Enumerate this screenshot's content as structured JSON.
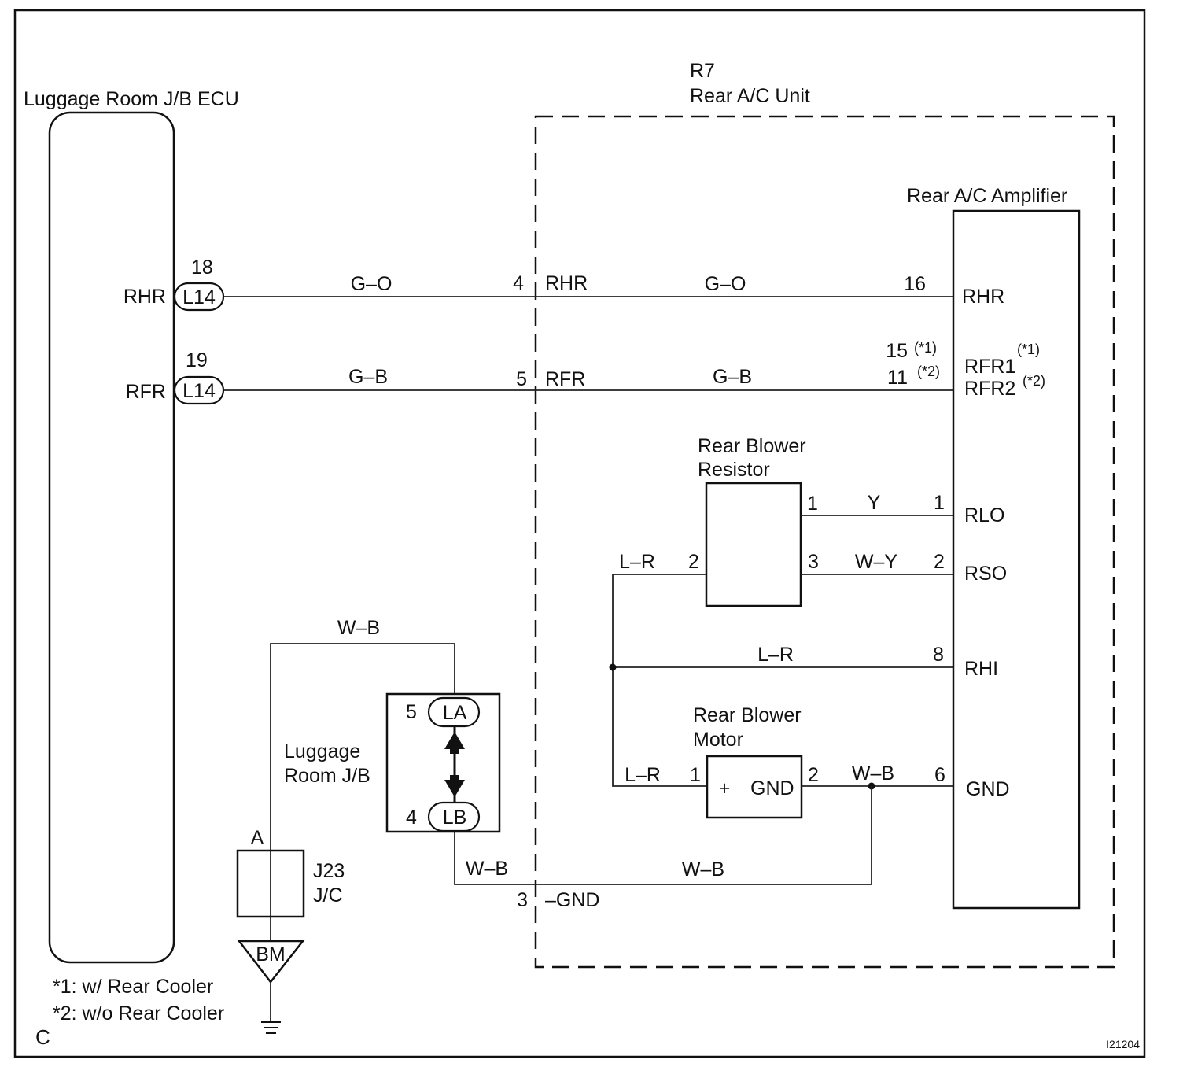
{
  "ecu": {
    "title": "Luggage Room J/B ECU",
    "rhr_label": "RHR",
    "rfr_label": "RFR",
    "rhr_pin": "18",
    "rfr_pin": "19",
    "rhr_connector": "L14",
    "rfr_connector": "L14"
  },
  "rear_ac_unit": {
    "code": "R7",
    "name": "Rear A/C Unit",
    "pin_rhr": "4",
    "pin_rfr": "5",
    "pin_gnd": "3",
    "label_rhr": "RHR",
    "label_rfr": "RFR",
    "label_gnd": "–GND"
  },
  "amplifier": {
    "title": "Rear A/C Amplifier",
    "terminals": {
      "rhr": "RHR",
      "rfr1": "RFR1",
      "rfr1_note": "(*1)",
      "rfr2": "RFR2",
      "rfr2_note": "(*2)",
      "rlo": "RLO",
      "rso": "RSO",
      "rhi": "RHI",
      "gnd": "GND"
    },
    "pins": {
      "rhr": "16",
      "rfr1": "15",
      "rfr1_note": "(*1)",
      "rfr2": "11",
      "rfr2_note": "(*2)",
      "rlo": "1",
      "rso": "2",
      "rhi": "8",
      "gnd": "6"
    }
  },
  "resistor": {
    "title_line1": "Rear Blower",
    "title_line2": "Resistor",
    "pin1": "1",
    "pin2": "2",
    "pin3": "3"
  },
  "motor": {
    "title_line1": "Rear Blower",
    "title_line2": "Motor",
    "pin1": "1",
    "pin2": "2",
    "plus": "+",
    "gnd": "GND"
  },
  "wires": {
    "rhr_left": "G–O",
    "rhr_right": "G–O",
    "rfr_left": "G–B",
    "rfr_right": "G–B",
    "rlo": "Y",
    "rso": "W–Y",
    "res_pin2": "L–R",
    "rhi": "L–R",
    "motor_pin1": "L–R",
    "motor_gnd": "W–B",
    "jb_top": "W–B",
    "jb_bottom_left": "W–B",
    "jb_bottom_right": "W–B"
  },
  "luggage_jb": {
    "label_line1": "Luggage",
    "label_line2": "Room J/B",
    "pin_top": "5",
    "pin_bottom": "4",
    "connector_top": "LA",
    "connector_bottom": "LB"
  },
  "jc": {
    "label_line1": "J23",
    "label_line2": "J/C",
    "pin": "A"
  },
  "ground": {
    "label": "BM"
  },
  "notes": {
    "note1": "*1: w/ Rear Cooler",
    "note2": "*2: w/o Rear Cooler"
  },
  "corner": {
    "left": "C",
    "code": "I21204"
  }
}
